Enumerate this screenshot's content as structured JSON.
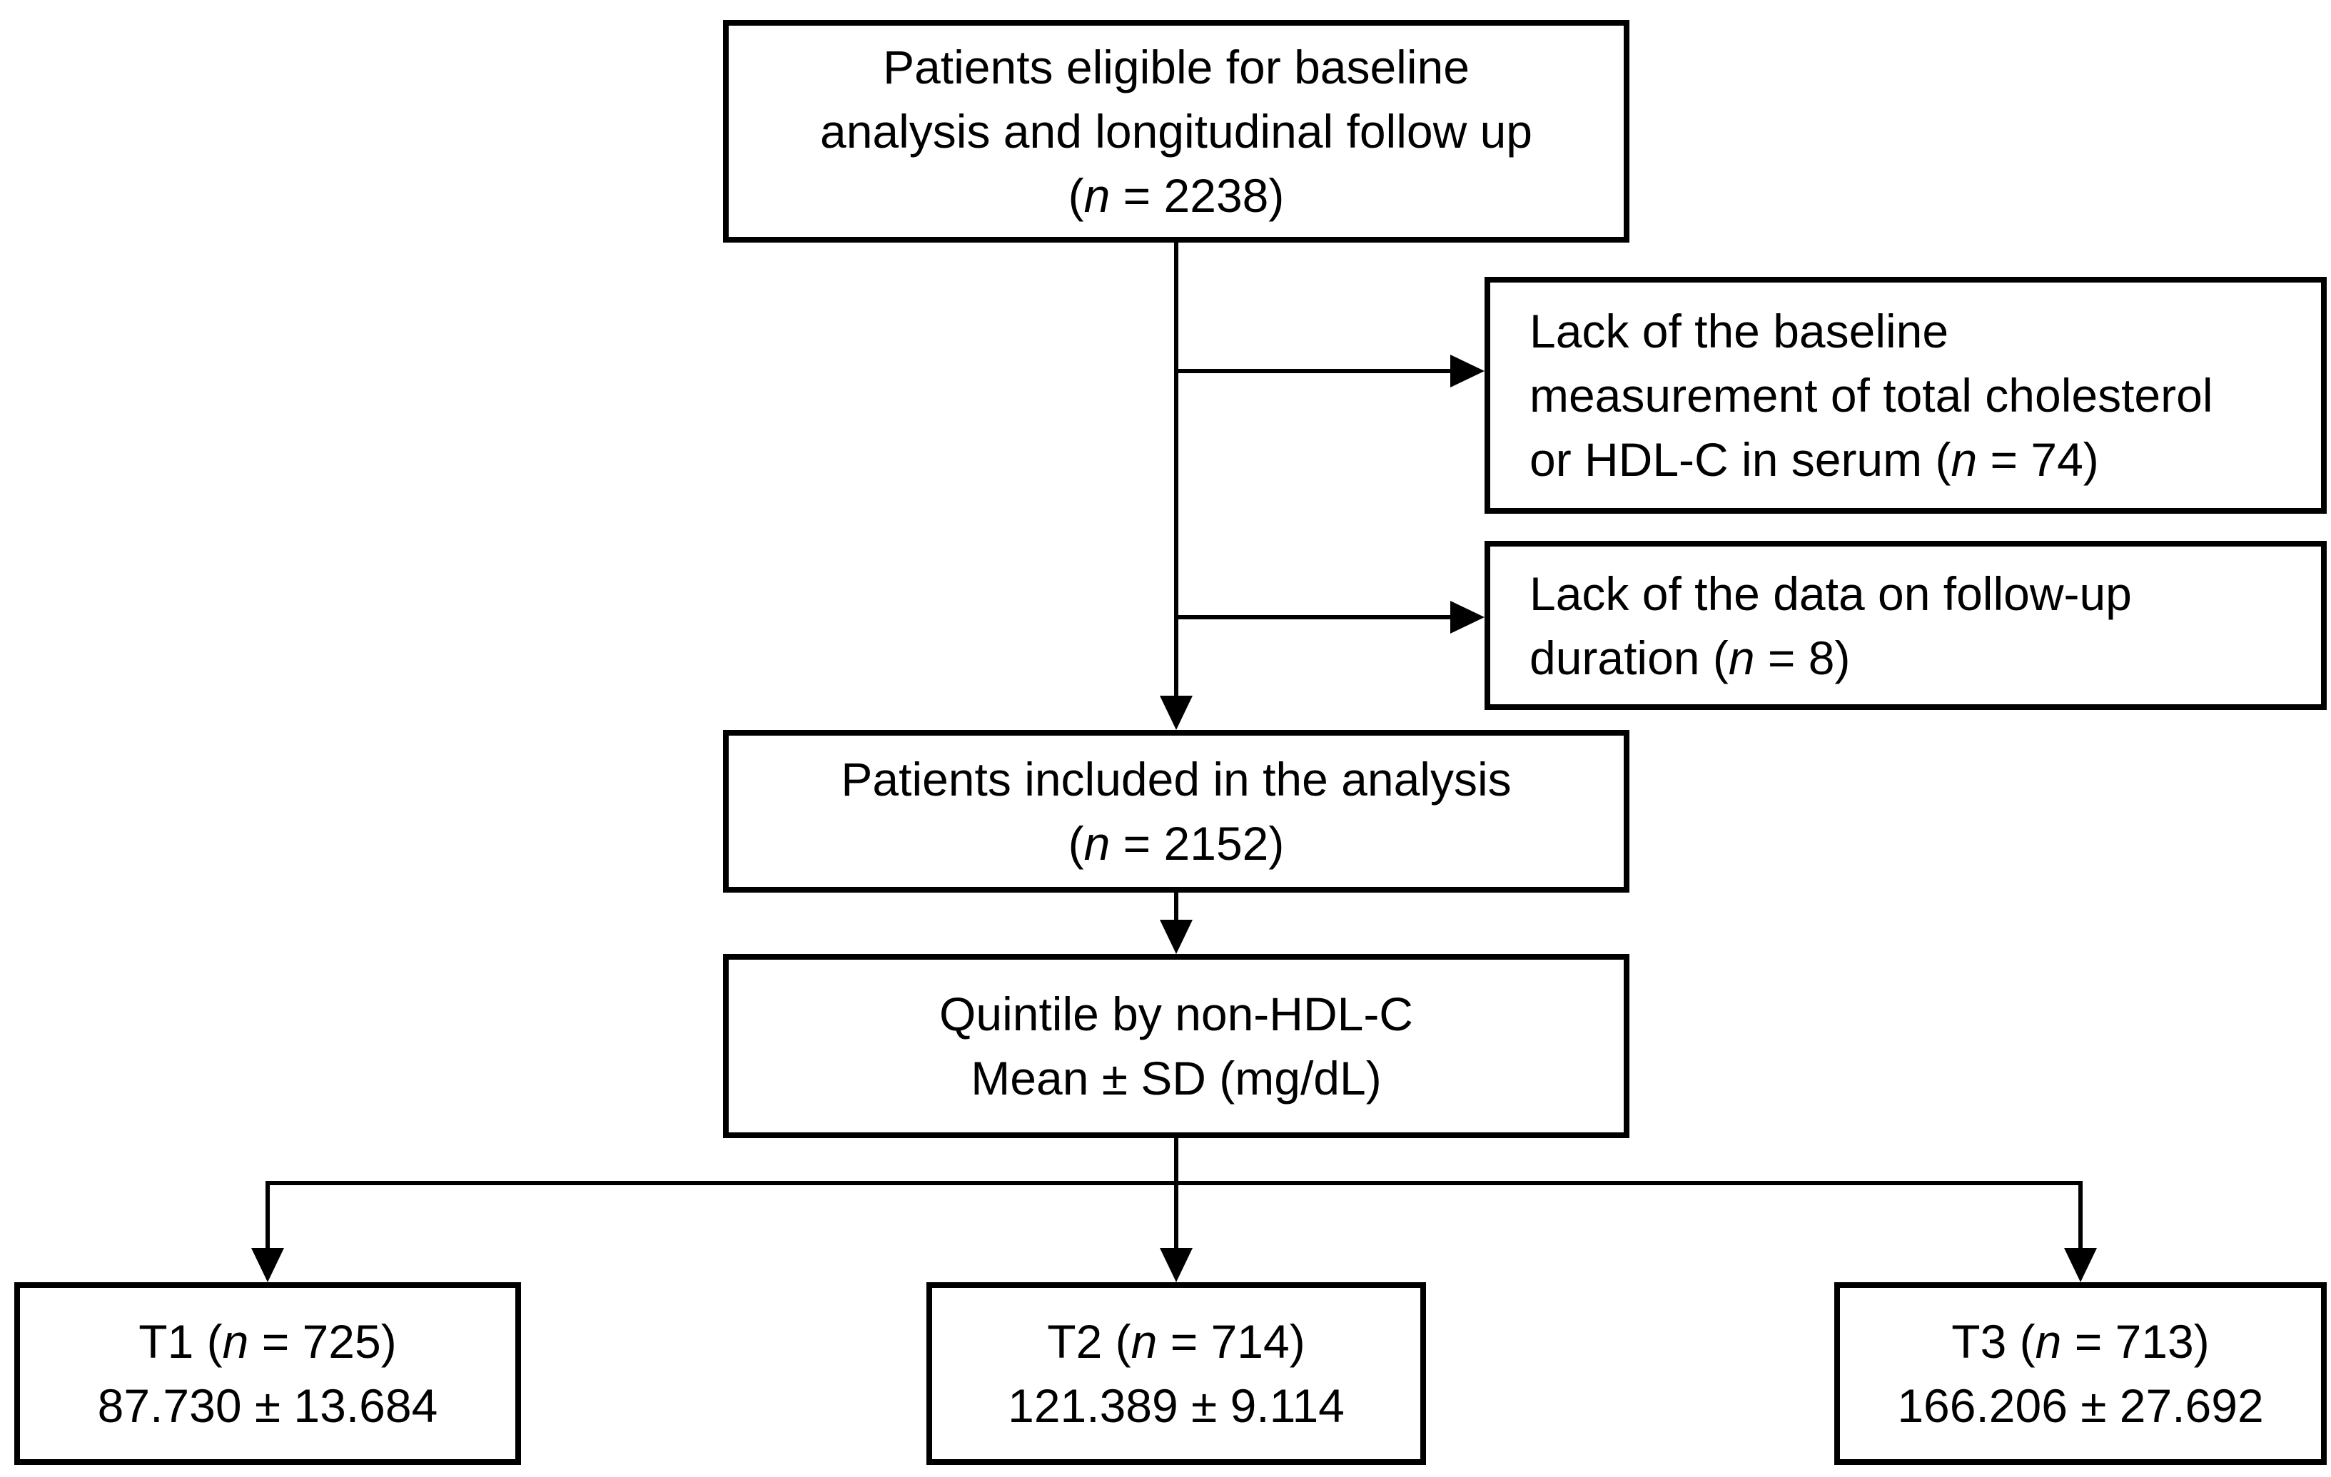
{
  "colors": {
    "line_color": "#000000",
    "background": "#ffffff",
    "text_color": "#000000"
  },
  "nodes": {
    "eligible": {
      "line1": "Patients eligible for baseline",
      "line2": "analysis and longitudinal follow up",
      "n_pre": "(",
      "n": "n",
      "n_post": " = 2238)"
    },
    "exclusion1": {
      "line1": "Lack of the baseline",
      "line2": "measurement of total cholesterol",
      "line3_pre": "or HDL-C in serum (",
      "n": "n",
      "line3_post": " = 74)"
    },
    "exclusion2": {
      "line1": "Lack of the data on follow-up",
      "line2_pre": "duration (",
      "n": "n",
      "line2_post": " = 8)"
    },
    "included": {
      "line1": "Patients included in the analysis",
      "n_pre": "(",
      "n": "n",
      "n_post": " = 2152)"
    },
    "quintile": {
      "line1": "Quintile by non-HDL-C",
      "line2": "Mean ± SD (mg/dL)"
    },
    "t1": {
      "title_pre": "T1 (",
      "n": "n",
      "title_post": " = 725)",
      "value": "87.730 ± 13.684"
    },
    "t2": {
      "title_pre": "T2 (",
      "n": "n",
      "title_post": " = 714)",
      "value": "121.389 ± 9.114"
    },
    "t3": {
      "title_pre": "T3 (",
      "n": "n",
      "title_post": " = 713)",
      "value": "166.206 ± 27.692"
    }
  }
}
